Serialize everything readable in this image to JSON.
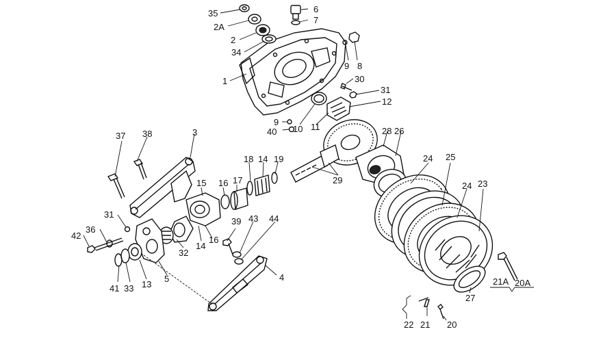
{
  "callouts": [
    {
      "id": "l35",
      "text": "35"
    },
    {
      "id": "l2A",
      "text": "2A"
    },
    {
      "id": "l2",
      "text": "2"
    },
    {
      "id": "l34",
      "text": "34"
    },
    {
      "id": "l1",
      "text": "1"
    },
    {
      "id": "l6",
      "text": "6"
    },
    {
      "id": "l7",
      "text": "7"
    },
    {
      "id": "l9a",
      "text": "9"
    },
    {
      "id": "l8",
      "text": "8"
    },
    {
      "id": "l30",
      "text": "30"
    },
    {
      "id": "l31a",
      "text": "31"
    },
    {
      "id": "l12",
      "text": "12"
    },
    {
      "id": "l9b",
      "text": "9"
    },
    {
      "id": "l40",
      "text": "40"
    },
    {
      "id": "l10",
      "text": "10"
    },
    {
      "id": "l11",
      "text": "11"
    },
    {
      "id": "l37",
      "text": "37"
    },
    {
      "id": "l38",
      "text": "38"
    },
    {
      "id": "l3",
      "text": "3"
    },
    {
      "id": "l28",
      "text": "28"
    },
    {
      "id": "l26",
      "text": "26"
    },
    {
      "id": "l18",
      "text": "18"
    },
    {
      "id": "l14a",
      "text": "14"
    },
    {
      "id": "l19",
      "text": "19"
    },
    {
      "id": "l29",
      "text": "29"
    },
    {
      "id": "l24a",
      "text": "24"
    },
    {
      "id": "l25",
      "text": "25"
    },
    {
      "id": "l24b",
      "text": "24"
    },
    {
      "id": "l23",
      "text": "23"
    },
    {
      "id": "l15",
      "text": "15"
    },
    {
      "id": "l16a",
      "text": "16"
    },
    {
      "id": "l17",
      "text": "17"
    },
    {
      "id": "l31b",
      "text": "31"
    },
    {
      "id": "l36",
      "text": "36"
    },
    {
      "id": "l42",
      "text": "42"
    },
    {
      "id": "l39",
      "text": "39"
    },
    {
      "id": "l43",
      "text": "43"
    },
    {
      "id": "l44",
      "text": "44"
    },
    {
      "id": "l32",
      "text": "32"
    },
    {
      "id": "l14b",
      "text": "14"
    },
    {
      "id": "l16b",
      "text": "16"
    },
    {
      "id": "l5",
      "text": "5"
    },
    {
      "id": "l41",
      "text": "41"
    },
    {
      "id": "l33",
      "text": "33"
    },
    {
      "id": "l13",
      "text": "13"
    },
    {
      "id": "l4",
      "text": "4"
    },
    {
      "id": "l21A",
      "text": "21A"
    },
    {
      "id": "l20A",
      "text": "20A"
    },
    {
      "id": "l27",
      "text": "27"
    },
    {
      "id": "l22",
      "text": "22"
    },
    {
      "id": "l21",
      "text": "21"
    },
    {
      "id": "l20",
      "text": "20"
    }
  ]
}
